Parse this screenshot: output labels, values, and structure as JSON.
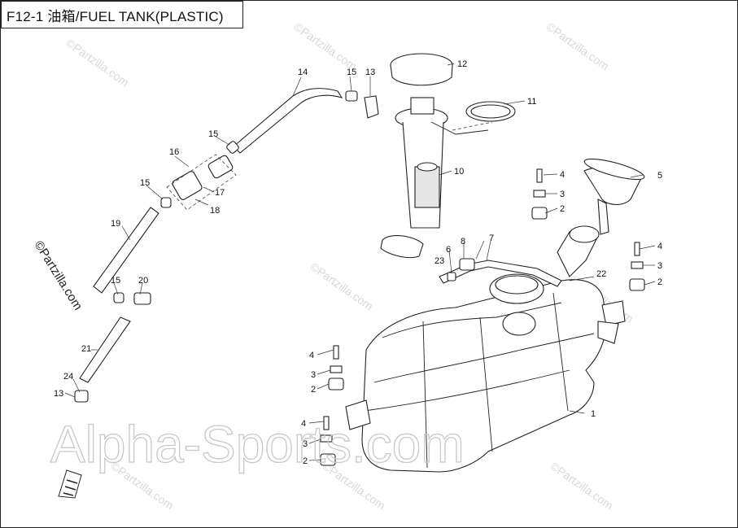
{
  "title": "F12-1 油箱/FUEL TANK(PLASTIC)",
  "watermarks": {
    "main": "Alpha-Sports.com",
    "site": "©Partzilla.com"
  },
  "callouts": [
    "1",
    "2",
    "2",
    "2",
    "2",
    "3",
    "3",
    "3",
    "3",
    "4",
    "4",
    "4",
    "4",
    "5",
    "6",
    "7",
    "8",
    "10",
    "11",
    "12",
    "13",
    "13",
    "14",
    "15",
    "15",
    "15",
    "15",
    "16",
    "17",
    "18",
    "19",
    "20",
    "21",
    "22",
    "23",
    "24"
  ],
  "colors": {
    "line": "#222222",
    "watermark": "#c8c8c8",
    "background": "#ffffff"
  },
  "icons": {
    "direction_marker": "front-arrow-icon"
  }
}
